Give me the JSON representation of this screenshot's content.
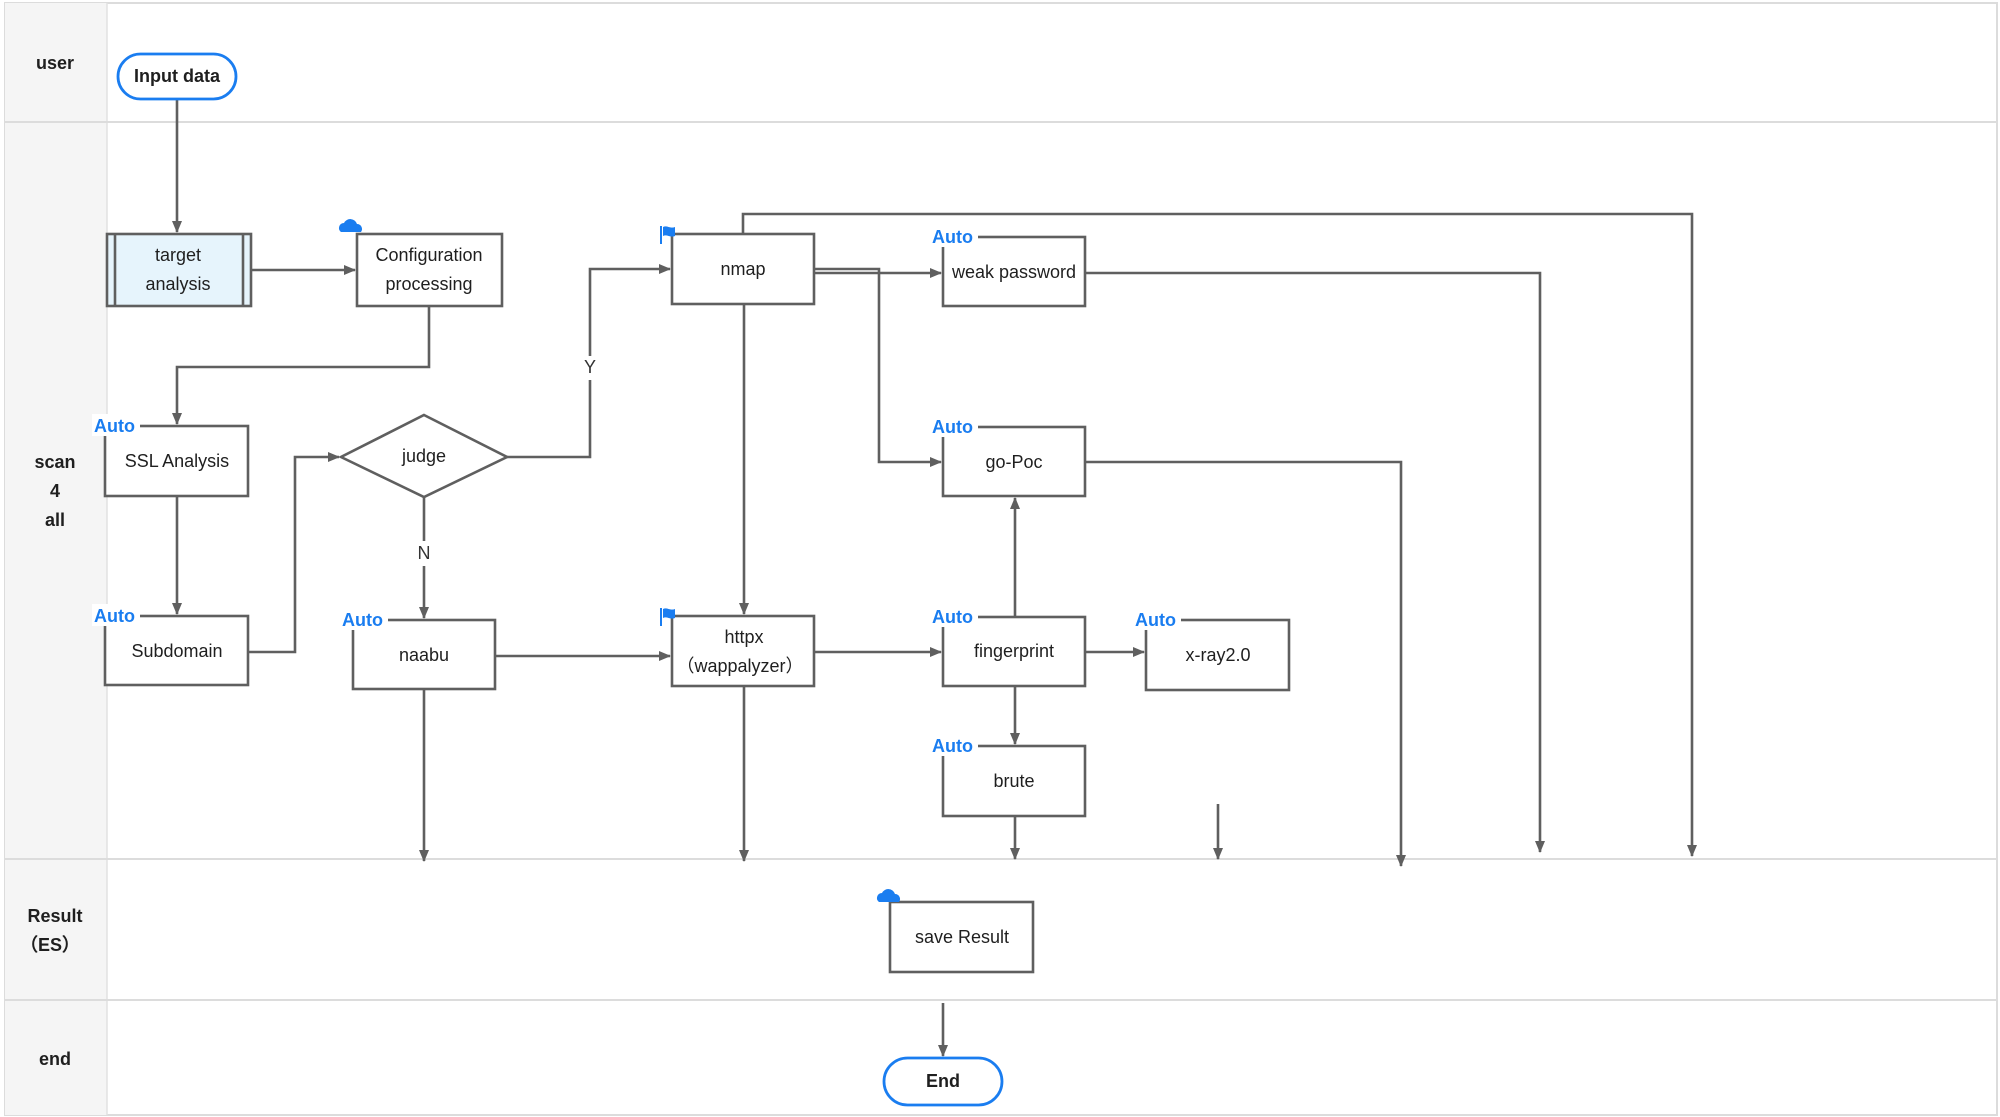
{
  "colors": {
    "accent": "#1a7df0",
    "edge": "#5f5f5f",
    "lane_bg": "#f5f5f5",
    "lane_border": "#dcdcdc",
    "subprocess_fill": "#e6f4fc"
  },
  "lanes": [
    {
      "id": "user",
      "lines": [
        "user"
      ]
    },
    {
      "id": "scan",
      "lines": [
        "scan",
        "4",
        "all"
      ]
    },
    {
      "id": "result",
      "lines": [
        "Result",
        "（ES）"
      ]
    },
    {
      "id": "end",
      "lines": [
        "end"
      ]
    }
  ],
  "nodes": {
    "input_data": {
      "label": "Input data",
      "type": "terminal"
    },
    "target_analysis": {
      "lines": [
        "target",
        "analysis"
      ],
      "type": "subprocess"
    },
    "config": {
      "lines": [
        "Configuration",
        "processing"
      ],
      "badge": "cloud-icon"
    },
    "ssl": {
      "label": "SSL Analysis",
      "badge": "Auto"
    },
    "subdomain": {
      "label": "Subdomain",
      "badge": "Auto"
    },
    "judge": {
      "label": "judge",
      "type": "decision"
    },
    "naabu": {
      "label": "naabu",
      "badge": "Auto"
    },
    "nmap": {
      "label": "nmap",
      "badge": "flag-icon"
    },
    "httpx": {
      "lines": [
        "httpx",
        "（wappalyzer）"
      ],
      "badge": "flag-icon"
    },
    "weak_password": {
      "label": "weak password",
      "badge": "Auto"
    },
    "gopoc": {
      "label": "go-Poc",
      "badge": "Auto"
    },
    "fingerprint": {
      "label": "fingerprint",
      "badge": "Auto"
    },
    "brute": {
      "label": "brute",
      "badge": "Auto"
    },
    "xray": {
      "label": "x-ray2.0",
      "badge": "Auto"
    },
    "save_result": {
      "label": "save Result",
      "badge": "cloud-icon"
    },
    "end": {
      "label": "End",
      "type": "terminal"
    }
  },
  "edge_labels": {
    "yes": "Y",
    "no": "N"
  },
  "auto_badge": "Auto"
}
